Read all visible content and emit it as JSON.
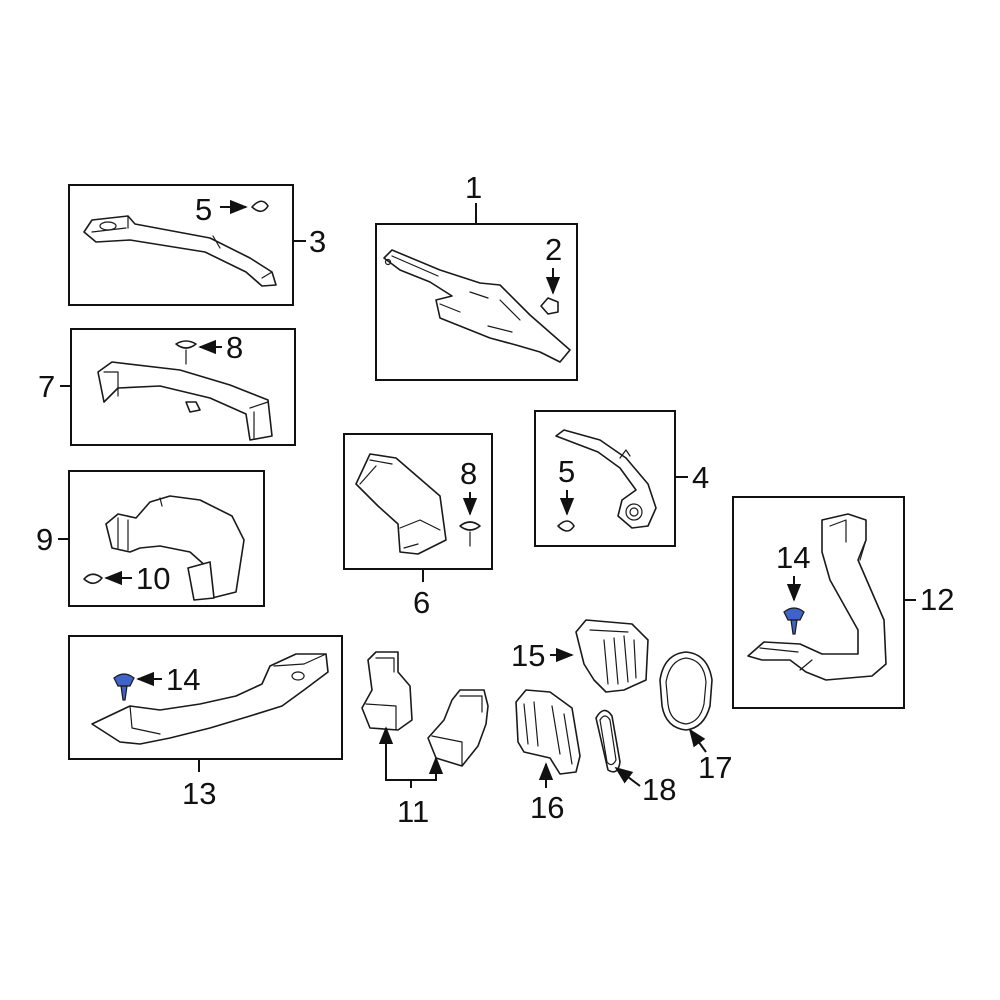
{
  "diagram": {
    "callouts": {
      "c1": "1",
      "c2": "2",
      "c3": "3",
      "c4": "4",
      "c5a": "5",
      "c5b": "5",
      "c6": "6",
      "c7": "7",
      "c8a": "8",
      "c8b": "8",
      "c9": "9",
      "c10": "10",
      "c11": "11",
      "c12": "12",
      "c13": "13",
      "c14a": "14",
      "c14b": "14",
      "c15": "15",
      "c16": "16",
      "c17": "17",
      "c18": "18"
    },
    "colors": {
      "line": "#111111",
      "highlight_fastener": "#3f63c9",
      "background": "#ffffff"
    }
  }
}
